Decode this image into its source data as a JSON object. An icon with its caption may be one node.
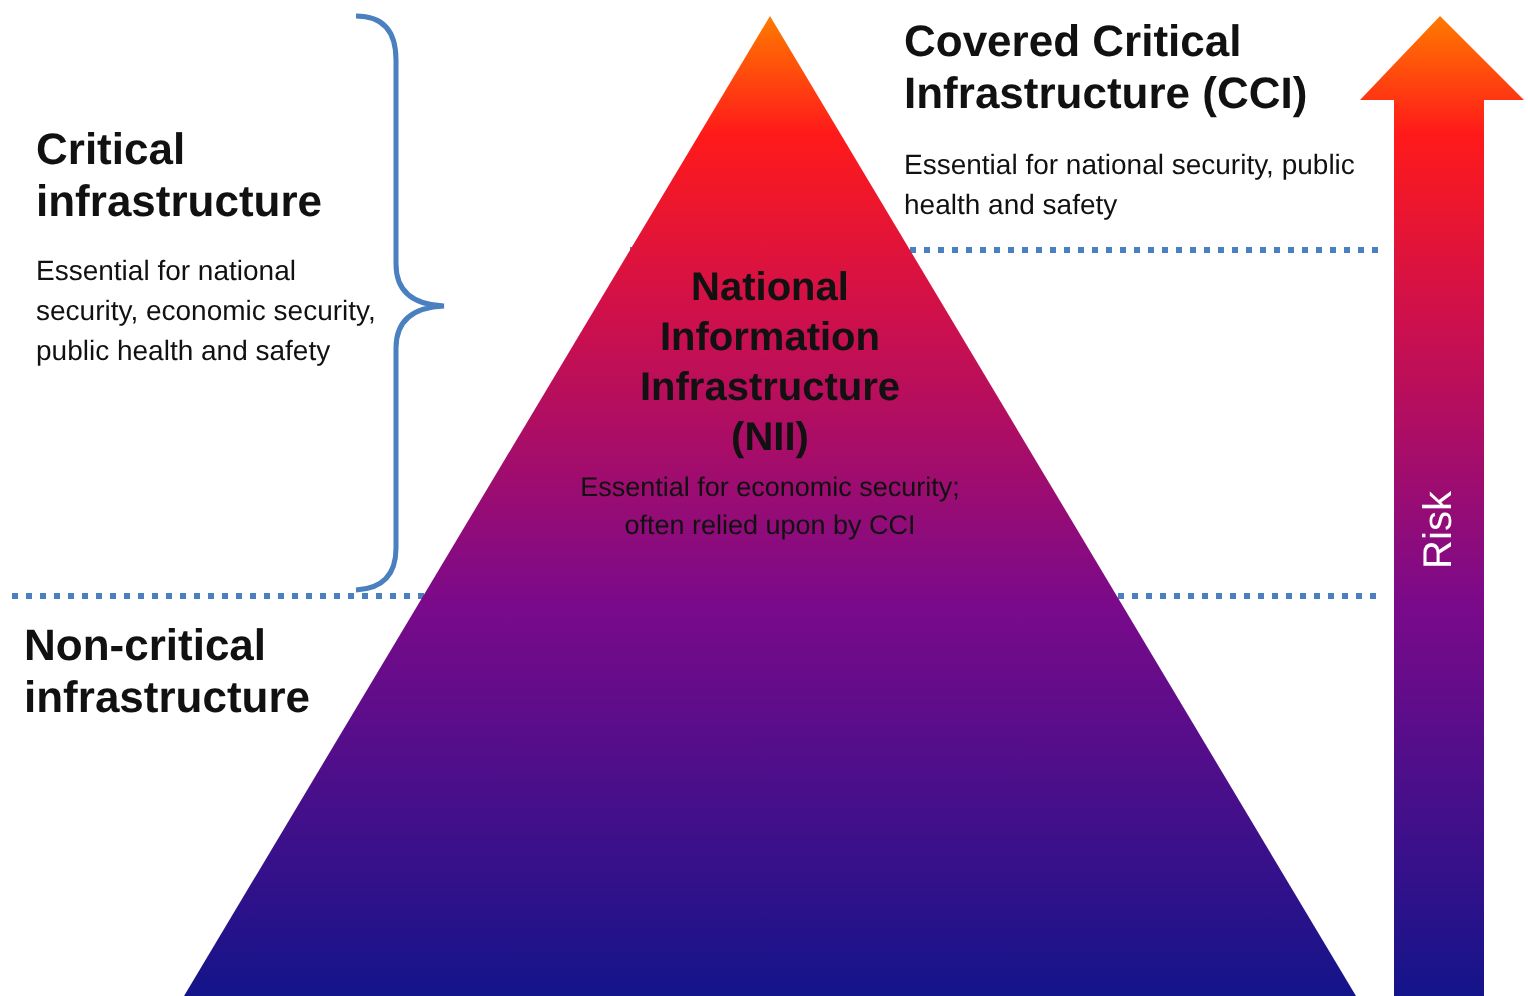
{
  "diagram": {
    "nodes": [
      {
        "text": [
          "National Information Infrastructure (NII)",
          "Essential for economic security; often relied upon by CCI"
        ]
      }
    ],
    "labels": [
      "Covered Critical Infrastructure (CCI)",
      "Essential for national security, public health and safety",
      "Critical infrastructure",
      "Essential for national security, economic security, public health and safety",
      "Risk",
      "Non-critical infrastructure"
    ]
  }
}
